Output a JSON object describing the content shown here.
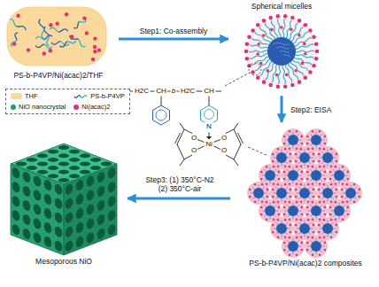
{
  "diagram": {
    "nodes": [
      {
        "text": [
          "PS-b-P4VP/Ni(acac)2/THF"
        ]
      },
      {
        "text": [
          "Spherical micelles"
        ]
      },
      {
        "text": [
          "PS-b-P4VP/Ni(acac)2 composites"
        ]
      },
      {
        "text": [
          "Mesoporous NiO"
        ]
      }
    ],
    "edges": [
      {
        "from": 0,
        "to": 1,
        "label": "Step1: Co-assembly",
        "arrow": "to"
      },
      {
        "from": 1,
        "to": 2,
        "label": "Step2: EISA",
        "arrow": "to"
      },
      {
        "from": 2,
        "to": 3,
        "label": "Step3: (1) 350°C-N2 (2) 350°C-air",
        "arrow": "to"
      }
    ],
    "labels": [
      "H2C",
      "CH",
      "b",
      "H2C",
      "CH",
      "N",
      "Ni",
      "O",
      "O",
      "O",
      "O"
    ],
    "legend": [
      {
        "text": "THF",
        "color": "#fbd99d"
      },
      {
        "text": "PS-b-P4VP"
      },
      {
        "text": "NiO nanocrystal",
        "color": "#1e9e6a"
      },
      {
        "text": "Ni(acac)2",
        "color": "#e0336e"
      }
    ]
  }
}
